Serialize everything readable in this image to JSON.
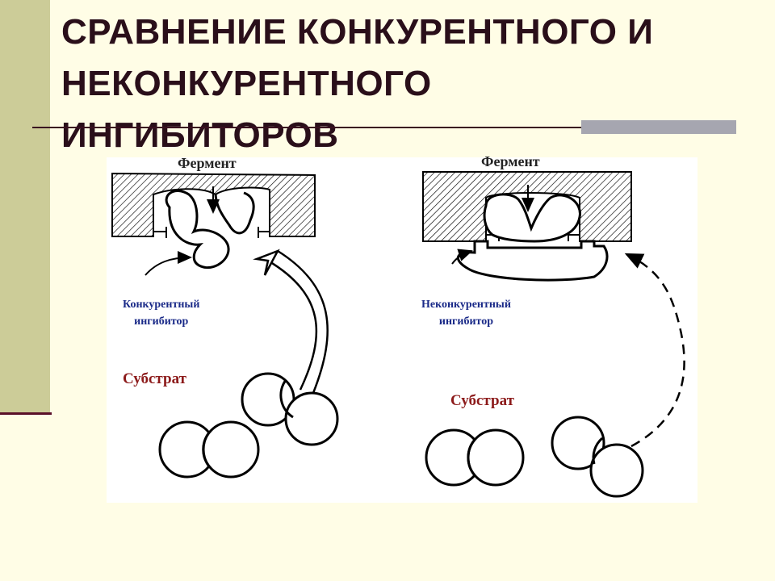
{
  "slide": {
    "title_line1": "СРАВНЕНИЕ КОНКУРЕНТНОГО И",
    "title_line2": "НЕКОНКУРЕНТНОГО",
    "title_line3": "ИНГИБИТОРОВ"
  },
  "diagram": {
    "left": {
      "enzyme_label": "Фермент",
      "inhibitor_label_line1": "Конкурентный",
      "inhibitor_label_line2": "ингибитор",
      "substrate_label": "Субстрат"
    },
    "right": {
      "enzyme_label": "Фермент",
      "inhibitor_label_line1": "Неконкурентный",
      "inhibitor_label_line2": "ингибитор",
      "substrate_label": "Субстрат"
    }
  },
  "colors": {
    "background": "#fffde6",
    "left_bar": "#cccc98",
    "title": "#2a0f1a",
    "inhibitor_label": "#1a2a88",
    "substrate_label": "#8c1a1a",
    "accent_bar": "#a6a6b0"
  }
}
